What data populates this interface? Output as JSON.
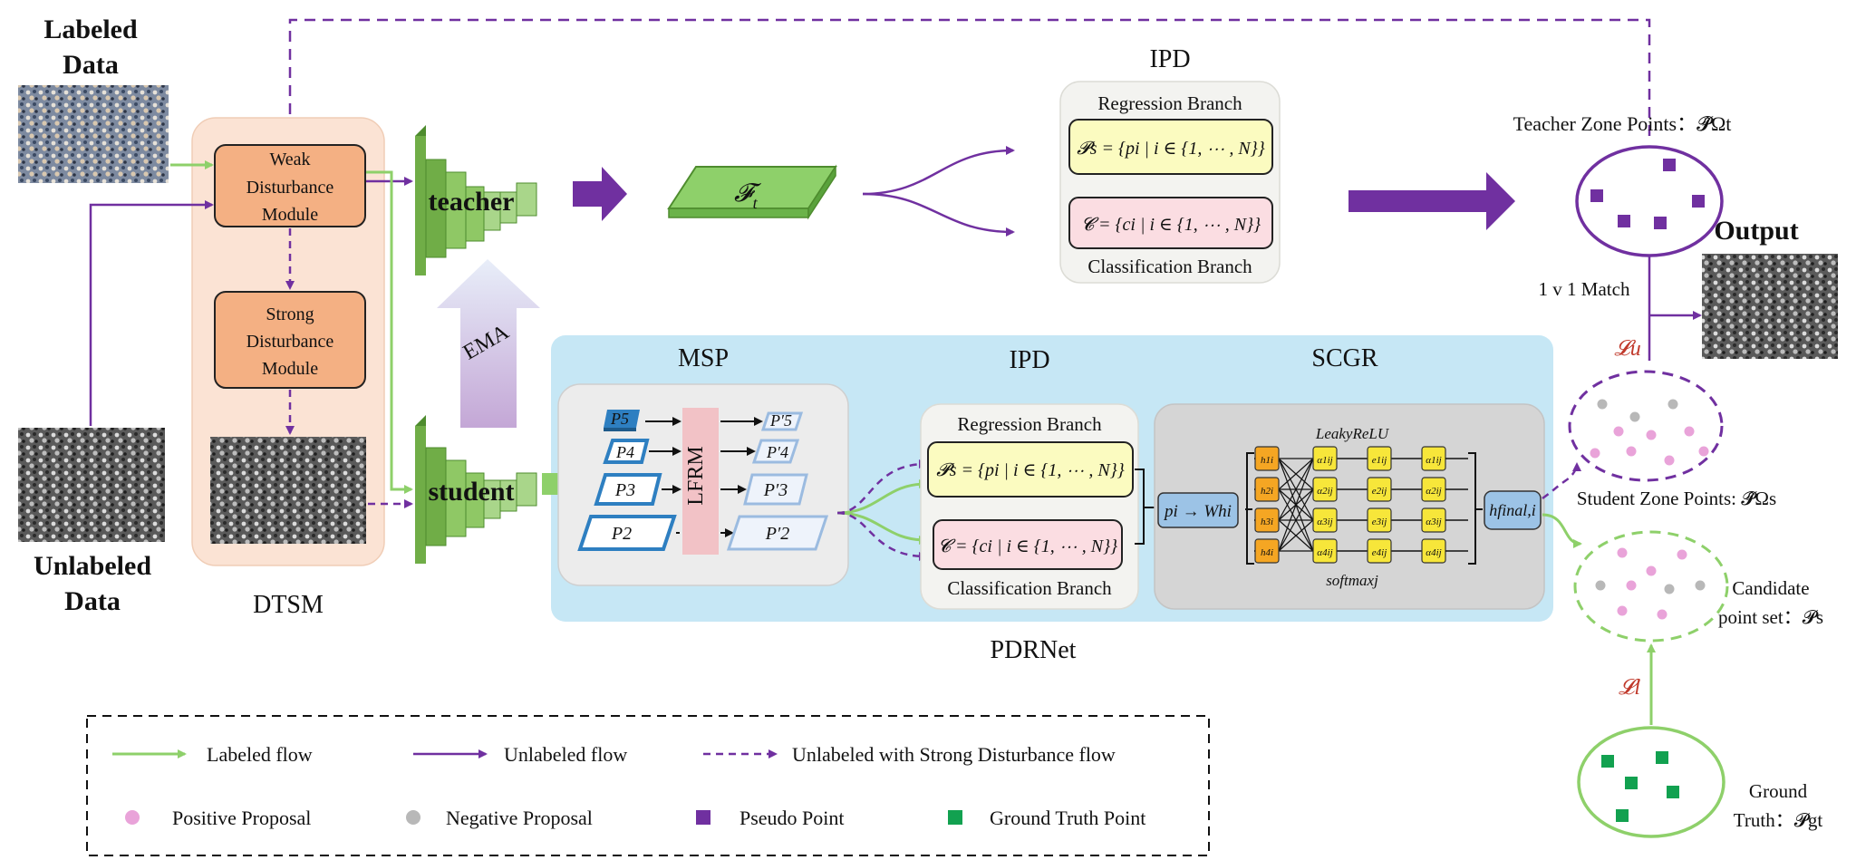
{
  "left": {
    "labeled_title": "Labeled",
    "labeled_title2": "Data",
    "unlabeled_title": "Unlabeled",
    "unlabeled_title2": "Data"
  },
  "dtsm": {
    "name": "DTSM",
    "weak_1": "Weak",
    "weak_2": "Disturbance",
    "weak_3": "Module",
    "strong_1": "Strong",
    "strong_2": "Disturbance",
    "strong_3": "Module"
  },
  "networks": {
    "teacher": "teacher",
    "student": "student",
    "ema": "EMA"
  },
  "features": {
    "ft": "𝓕",
    "ft_sub": "t"
  },
  "ipd_top": {
    "title": "IPD",
    "regression": "Regression Branch",
    "classification": "Classification Branch",
    "ps_formula": "𝓟s = {pi | i ∈ {1, ⋯ , N}}",
    "c_formula": "𝓒 = {ci | i ∈ {1, ⋯ , N}}"
  },
  "pdrnet": {
    "name": "PDRNet",
    "msp": "MSP",
    "ipd": "IPD",
    "scgr": "SCGR",
    "lfrm": "LFRM",
    "regression": "Regression Branch",
    "classification": "Classification Branch",
    "ps_formula": "𝓟s = {pi | i ∈ {1, ⋯ , N}}",
    "c_formula": "𝓒 = {ci | i ∈ {1, ⋯ , N}}",
    "p_levels": [
      "P5",
      "P4",
      "P3",
      "P2"
    ],
    "p_prime_levels": [
      "P′5",
      "P′4",
      "P′3",
      "P′2"
    ],
    "proj": "pi → Whi",
    "leaky": "LeakyReLU",
    "softmax": "softmaxj",
    "hfinal": "hfinal,i",
    "gat_h": [
      "h1i",
      "h2i",
      "h3i",
      "h4i"
    ],
    "gat_alpha": [
      "α1ij",
      "α2ij",
      "α3ij",
      "α4ij"
    ],
    "gat_e": [
      "e1ij",
      "e2ij",
      "e3ij",
      "e4ij"
    ]
  },
  "right": {
    "teacher_zone": "Teacher Zone Points：𝓟̂Ωt",
    "output": "Output",
    "match": "1 v 1 Match",
    "lu": "𝓛u",
    "student_zone": "Student Zone Points: 𝓟̂Ωs",
    "candidate_1": "Candidate",
    "candidate_2": "point set：𝓟s",
    "ll": "𝓛l",
    "gt_1": "Ground",
    "gt_2": "Truth：𝓟gt"
  },
  "legend": {
    "labeled_flow": "Labeled flow",
    "unlabeled_flow": "Unlabeled flow",
    "strong_flow": "Unlabeled with Strong Disturbance  flow",
    "positive": "Positive Proposal",
    "negative": "Negative Proposal",
    "pseudo": "Pseudo Point",
    "gt_point": "Ground Truth Point"
  },
  "colors": {
    "labeled_green": "#8ed06a",
    "unlabeled_purple": "#7030a0",
    "module_fill": "#f4b083",
    "dtsm_bg": "#fbe3d4",
    "pdr_bg": "#c6e7f5",
    "network_green": "#70ad47",
    "positive_pink": "#e9a3d9",
    "negative_grey": "#b8b8b8",
    "pseudo_purple": "#7030a0",
    "gt_green": "#12a150"
  }
}
